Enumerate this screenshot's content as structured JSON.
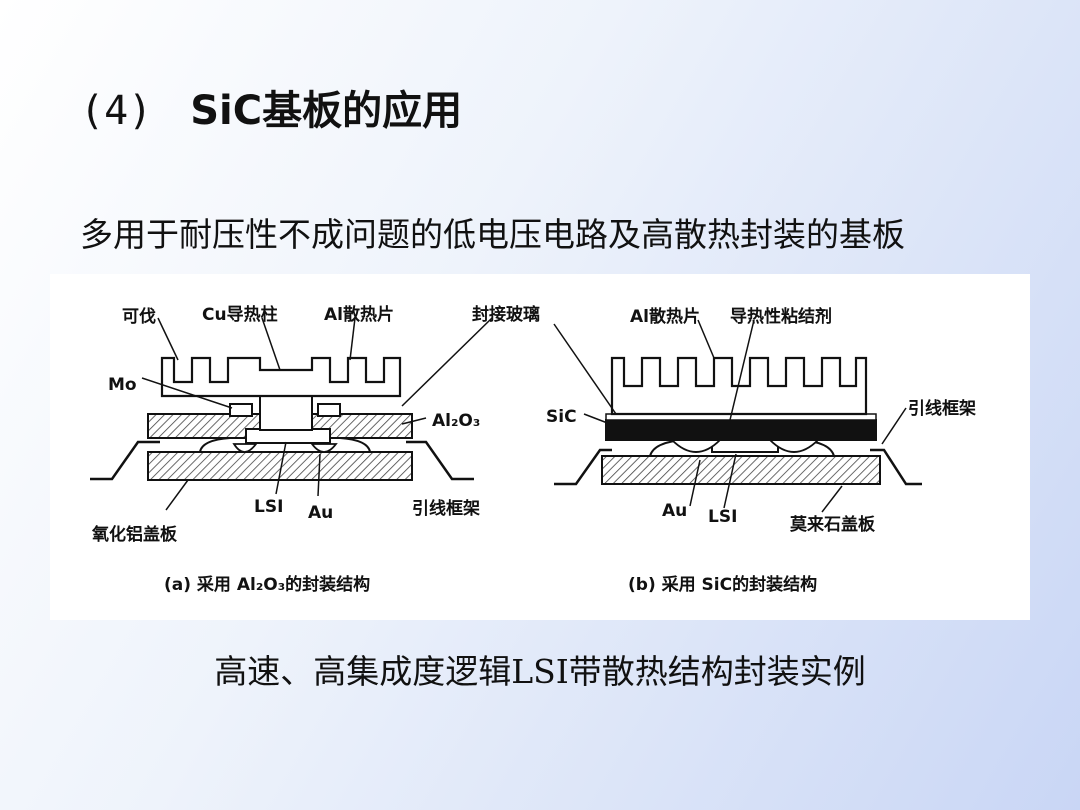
{
  "slide": {
    "title_num": "(4)",
    "title_text": "SiC基板的应用",
    "subtitle": "多用于耐压性不成问题的低电压电路及高散热封装的基板",
    "caption": "高速、高集成度逻辑LSI带散热结构封装实例"
  },
  "diagram_a": {
    "labels": {
      "keFa": "可伐",
      "cuPost": "Cu导热柱",
      "alFin": "Al散热片",
      "sealGlass": "封接玻璃",
      "mo": "Mo",
      "al2o3": "Al₂O₃",
      "lsi": "LSI",
      "au": "Au",
      "leadFrame": "引线框架",
      "lid": "氧化铝盖板"
    },
    "caption": "(a) 采用 Al₂O₃的封装结构"
  },
  "diagram_b": {
    "labels": {
      "alFin": "Al散热片",
      "adhesive": "导热性粘结剂",
      "sic": "SiC",
      "leadFrame": "引线框架",
      "au": "Au",
      "lsi": "LSI",
      "lid": "莫来石盖板"
    },
    "caption": "(b) 采用 SiC的封装结构"
  }
}
